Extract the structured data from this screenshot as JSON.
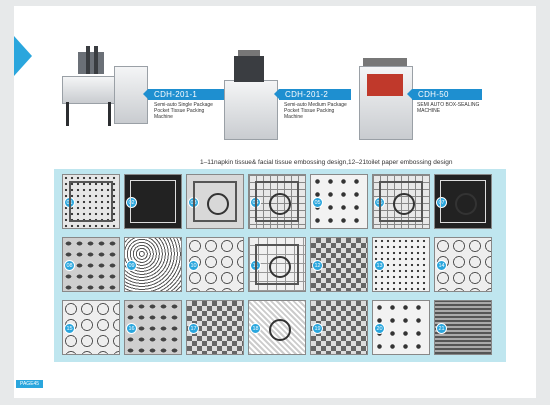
{
  "products": [
    {
      "model": "CDH-201-1",
      "desc": "Semi-auto Single Package Pocket Tissue Packing Machine"
    },
    {
      "model": "CDH-201-2",
      "desc": "Semi-auto Medium Package Pocket Tissue Packing Machine"
    },
    {
      "model": "CDH-50",
      "desc": "SEMI AUTO BOX-SEALING MACHINE"
    }
  ],
  "caption": "1–11napkin tissue& facial tissue embossing design,12–21toilet paper embossing design",
  "designs": [
    "01",
    "02",
    "03",
    "04",
    "05",
    "06",
    "07",
    "08",
    "09",
    "10",
    "11",
    "12",
    "13",
    "14",
    "15",
    "16",
    "17",
    "18",
    "19",
    "20",
    "21"
  ],
  "page_label": "PAGE45"
}
